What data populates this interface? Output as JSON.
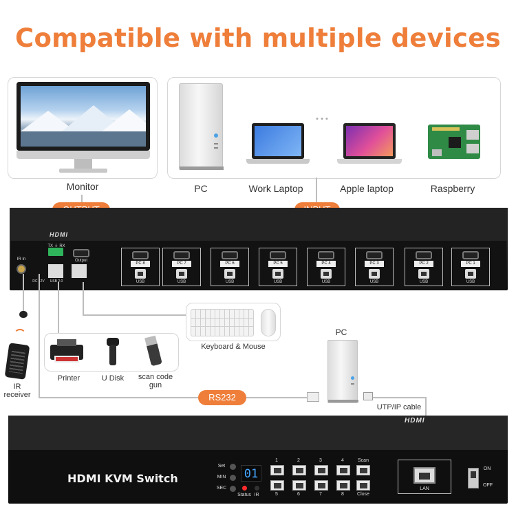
{
  "title": "Compatible with multiple devices",
  "devices": {
    "monitor": "Monitor",
    "pc": "PC",
    "work_laptop": "Work Laptop",
    "apple_laptop": "Apple laptop",
    "raspberry": "Raspberry",
    "ellipsis": "• • •"
  },
  "badges": {
    "output": "OUTPUT",
    "input": "INPUT",
    "rs232": "RS232"
  },
  "rear": {
    "logo": "HDMI",
    "ir_in": "IR In",
    "txrx": "TX ⏚ RX",
    "output": "Output",
    "usb20": "USB 2.0",
    "dc": "DC 12V",
    "pcs": [
      "PC 8",
      "PC 7",
      "PC 6",
      "PC 5",
      "PC 4",
      "PC 3",
      "PC 2",
      "PC 1"
    ],
    "usb": "USB"
  },
  "peripherals": {
    "keyboard_mouse": "Keyboard & Mouse",
    "printer": "Printer",
    "udisk": "U Disk",
    "scan_gun": "scan code gun",
    "ir_receiver": "IR receiver",
    "pc": "PC",
    "utp": "UTP/IP cable"
  },
  "front": {
    "logo": "HDMI",
    "name": "HDMI KVM Switch",
    "set": "Set",
    "min": "MIN",
    "sec": "SEC",
    "display": "01",
    "status": "Status",
    "ir": "IR",
    "top_nums": [
      "1",
      "2",
      "3",
      "4"
    ],
    "scan": "Scan",
    "bottom_nums": [
      "5",
      "6",
      "7",
      "8"
    ],
    "close": "Close",
    "lan": "LAN",
    "on": "ON",
    "off": "OFF"
  },
  "colors": {
    "accent": "#ee7e3a",
    "device_body": "#111111"
  }
}
